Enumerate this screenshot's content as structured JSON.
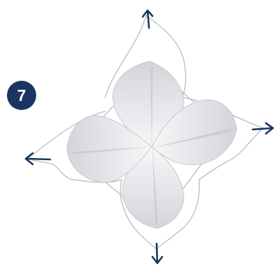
{
  "step": {
    "number": "7"
  },
  "colors": {
    "badge": "#1b3560",
    "arrow": "#1b3560",
    "outline": "#b9bcc2",
    "fill_light": "#f7f7f9",
    "fill_dark": "#d3d5da",
    "crease": "#c9ccd2"
  },
  "arrows": [
    "up",
    "right",
    "down",
    "left"
  ]
}
